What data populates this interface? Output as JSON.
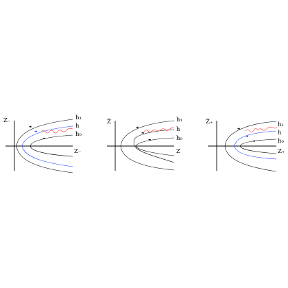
{
  "panels": [
    {
      "id": "minus",
      "y_axis_label": "Ż₋",
      "x_axis_label": "Z₋",
      "curve_labels": {
        "outer": "h₁",
        "middle": "h",
        "inner": "h₀"
      },
      "colors": {
        "middle": "#1f3bff",
        "wave": "#ff2020"
      }
    },
    {
      "id": "zero",
      "y_axis_label": "Ż",
      "x_axis_label": "Z",
      "curve_labels": {
        "outer": "h₁",
        "middle": "h",
        "inner": "h₀"
      },
      "colors": {
        "middle": "#000000",
        "wave": "#ff2020"
      }
    },
    {
      "id": "plus",
      "y_axis_label": "Ż₊",
      "x_axis_label": "Z₊",
      "curve_labels": {
        "outer": "h₁",
        "middle": "h",
        "inner": "h₀"
      },
      "colors": {
        "middle": "#1f3bff",
        "wave": "#ff2020"
      }
    }
  ]
}
